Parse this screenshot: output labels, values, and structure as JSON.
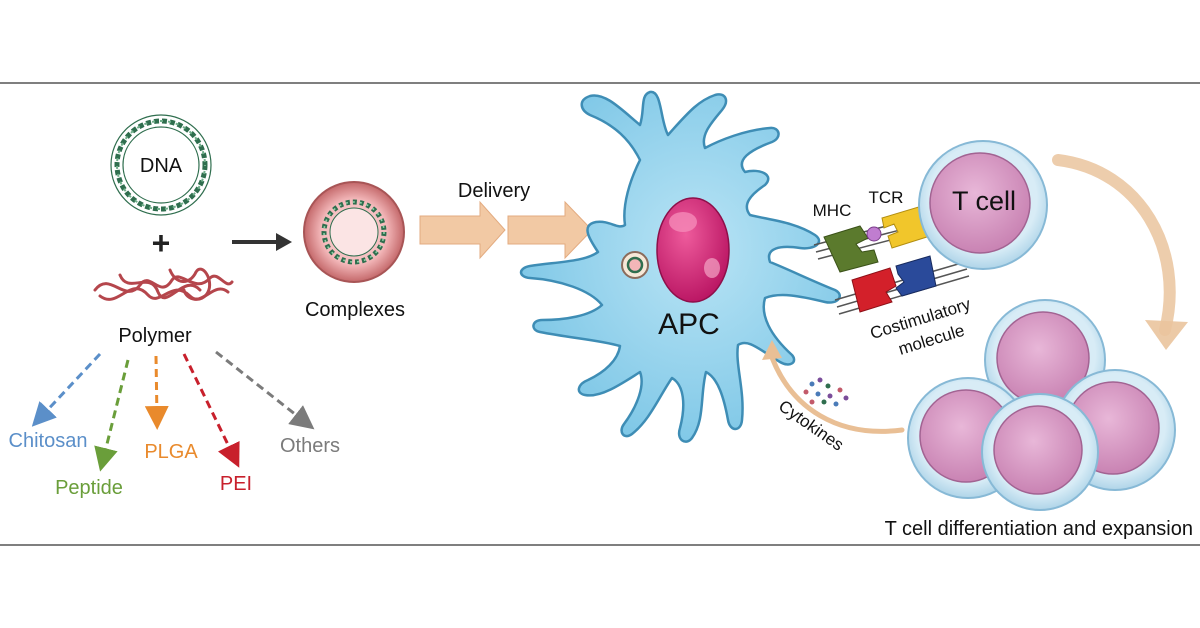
{
  "labels": {
    "dna": "DNA",
    "plus": "+",
    "polymer": "Polymer",
    "complexes": "Complexes",
    "delivery": "Delivery",
    "apc": "APC",
    "mhc": "MHC",
    "tcr": "TCR",
    "t_cell": "T cell",
    "costimulatory_line1": "Costimulatory",
    "costimulatory_line2": "molecule",
    "cytokines": "Cytokines",
    "expansion": "T cell differentiation and expansion"
  },
  "polymers": [
    {
      "name": "Chitosan",
      "color": "#5b8fc9"
    },
    {
      "name": "Peptide",
      "color": "#6a9e3a"
    },
    {
      "name": "PLGA",
      "color": "#e98a2c"
    },
    {
      "name": "PEI",
      "color": "#c8202c"
    },
    {
      "name": "Others",
      "color": "#7b7b7b"
    }
  ],
  "colors": {
    "dna_strand": "#2f6e4e",
    "polymer_strand": "#b5464c",
    "complex_ring": "#c77d7c",
    "complex_core": "#f6c5c7",
    "delivery_arrow": "#f0c29d",
    "apc_body": "#8ed1ec",
    "apc_outline": "#3e8db5",
    "nucleus": "#d0236e",
    "mhc": "#5b7a2d",
    "tcr": "#f1c62b",
    "costim_red": "#d3202a",
    "costim_blue": "#2a4a9a",
    "t_cell_membrane": "#b9dcef",
    "t_cell_nucleus": "#d99ac5",
    "curve_arrow": "#e9bf95",
    "divider_line": "#333333"
  }
}
